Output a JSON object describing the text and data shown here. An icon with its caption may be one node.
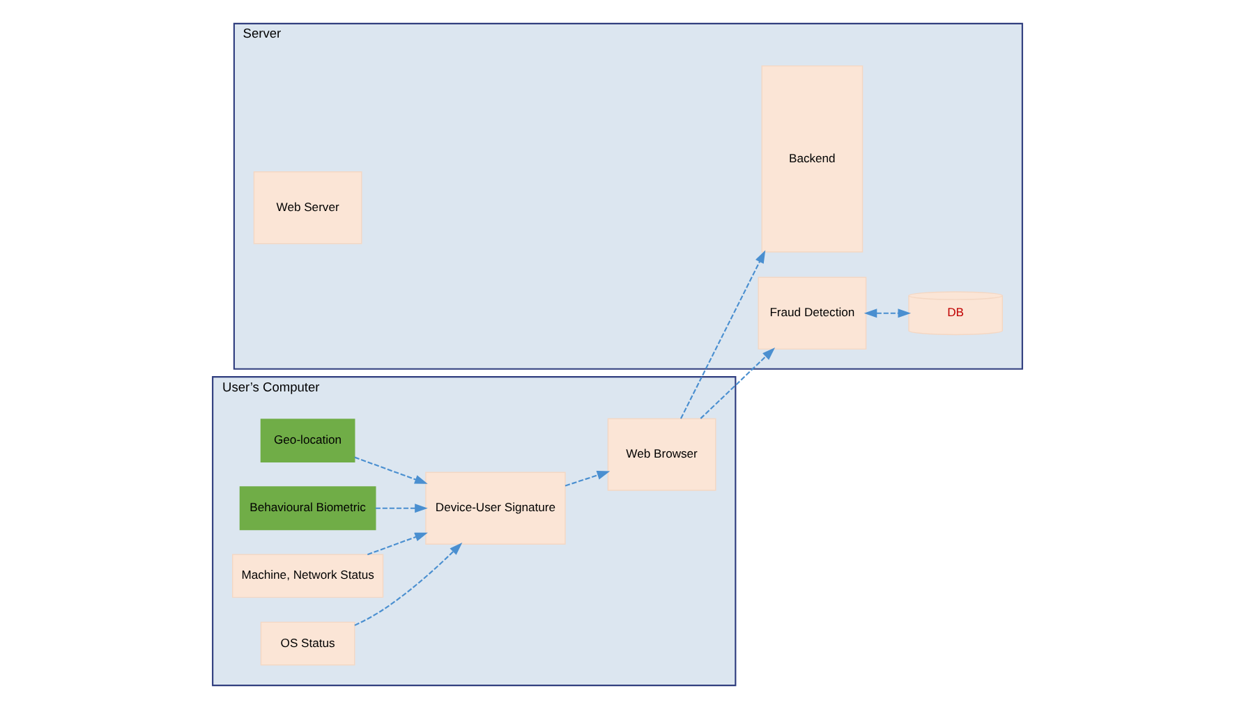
{
  "diagram": {
    "nodes": [
      {
        "text": [
          "User’s Computer"
        ]
      },
      {
        "text": [
          "Web Browser"
        ],
        "in": 0
      },
      {
        "text": [
          "Geo-location"
        ],
        "in": 0
      },
      {
        "text": [
          "Behavioural Biometric"
        ],
        "in": 0
      },
      {
        "text": [
          "Machine, Network Status"
        ],
        "in": 0
      },
      {
        "text": [
          "OS Status"
        ],
        "in": 0
      },
      {
        "text": [
          "Device-User Signature"
        ],
        "in": 0
      },
      {
        "text": [
          "Server"
        ]
      },
      {
        "text": [
          "Web Server"
        ],
        "in": 7
      },
      {
        "text": [
          "Backend"
        ],
        "in": 7
      },
      {
        "text": [
          "Fraud Detection"
        ],
        "in": 7
      },
      {
        "text": [
          "DB"
        ],
        "in": 7
      }
    ],
    "edges": [
      {
        "from": 2,
        "to": 6,
        "arrow": "to",
        "style": "dashed"
      },
      {
        "from": 3,
        "to": 6,
        "arrow": "to",
        "style": "dashed"
      },
      {
        "from": 4,
        "to": 6,
        "arrow": "to",
        "style": "dashed"
      },
      {
        "from": 5,
        "to": 6,
        "arrow": "to",
        "style": "dashed"
      },
      {
        "from": 6,
        "to": 1,
        "arrow": "to",
        "style": "dashed"
      },
      {
        "from": 1,
        "to": 9,
        "arrow": "to",
        "style": "dashed"
      },
      {
        "from": 1,
        "to": 10,
        "arrow": "to",
        "style": "dashed"
      },
      {
        "from": 10,
        "to": 11,
        "arrow": "both",
        "style": "dashed"
      }
    ]
  }
}
